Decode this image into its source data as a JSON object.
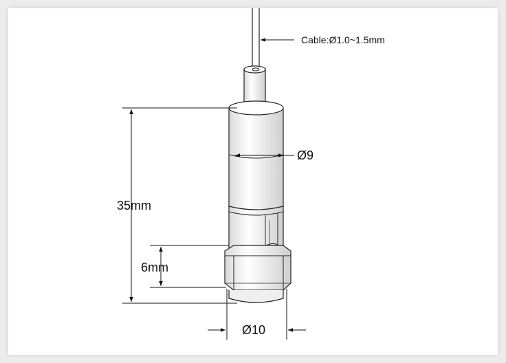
{
  "labels": {
    "cable": "Cable:Ø1.0~1.5mm",
    "diameter_body": "Ø9",
    "overall_length": "35mm",
    "nut_height": "6mm",
    "diameter_nut": "Ø10"
  }
}
